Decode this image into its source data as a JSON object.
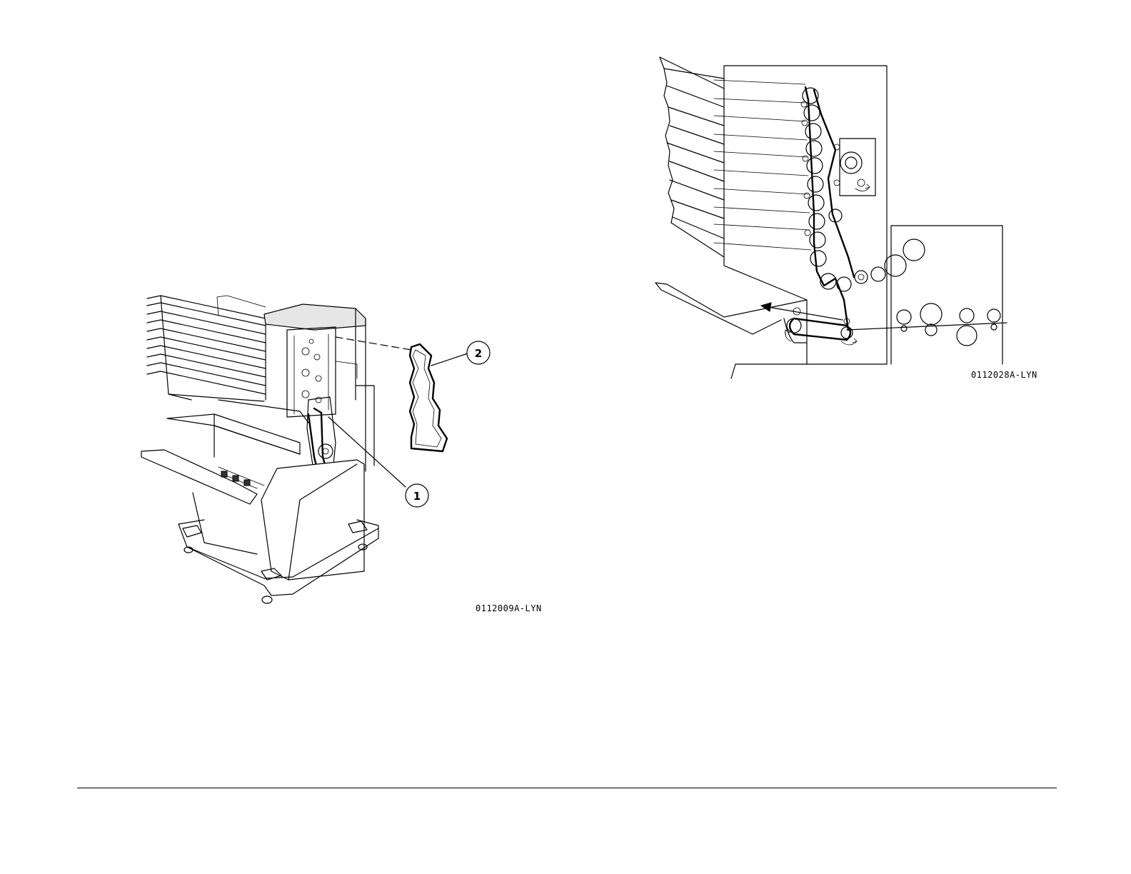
{
  "figures": {
    "left": {
      "code": "0112009A-LYN",
      "callouts": [
        {
          "label": "1"
        },
        {
          "label": "2"
        }
      ]
    },
    "right": {
      "code": "0112028A-LYN"
    }
  }
}
